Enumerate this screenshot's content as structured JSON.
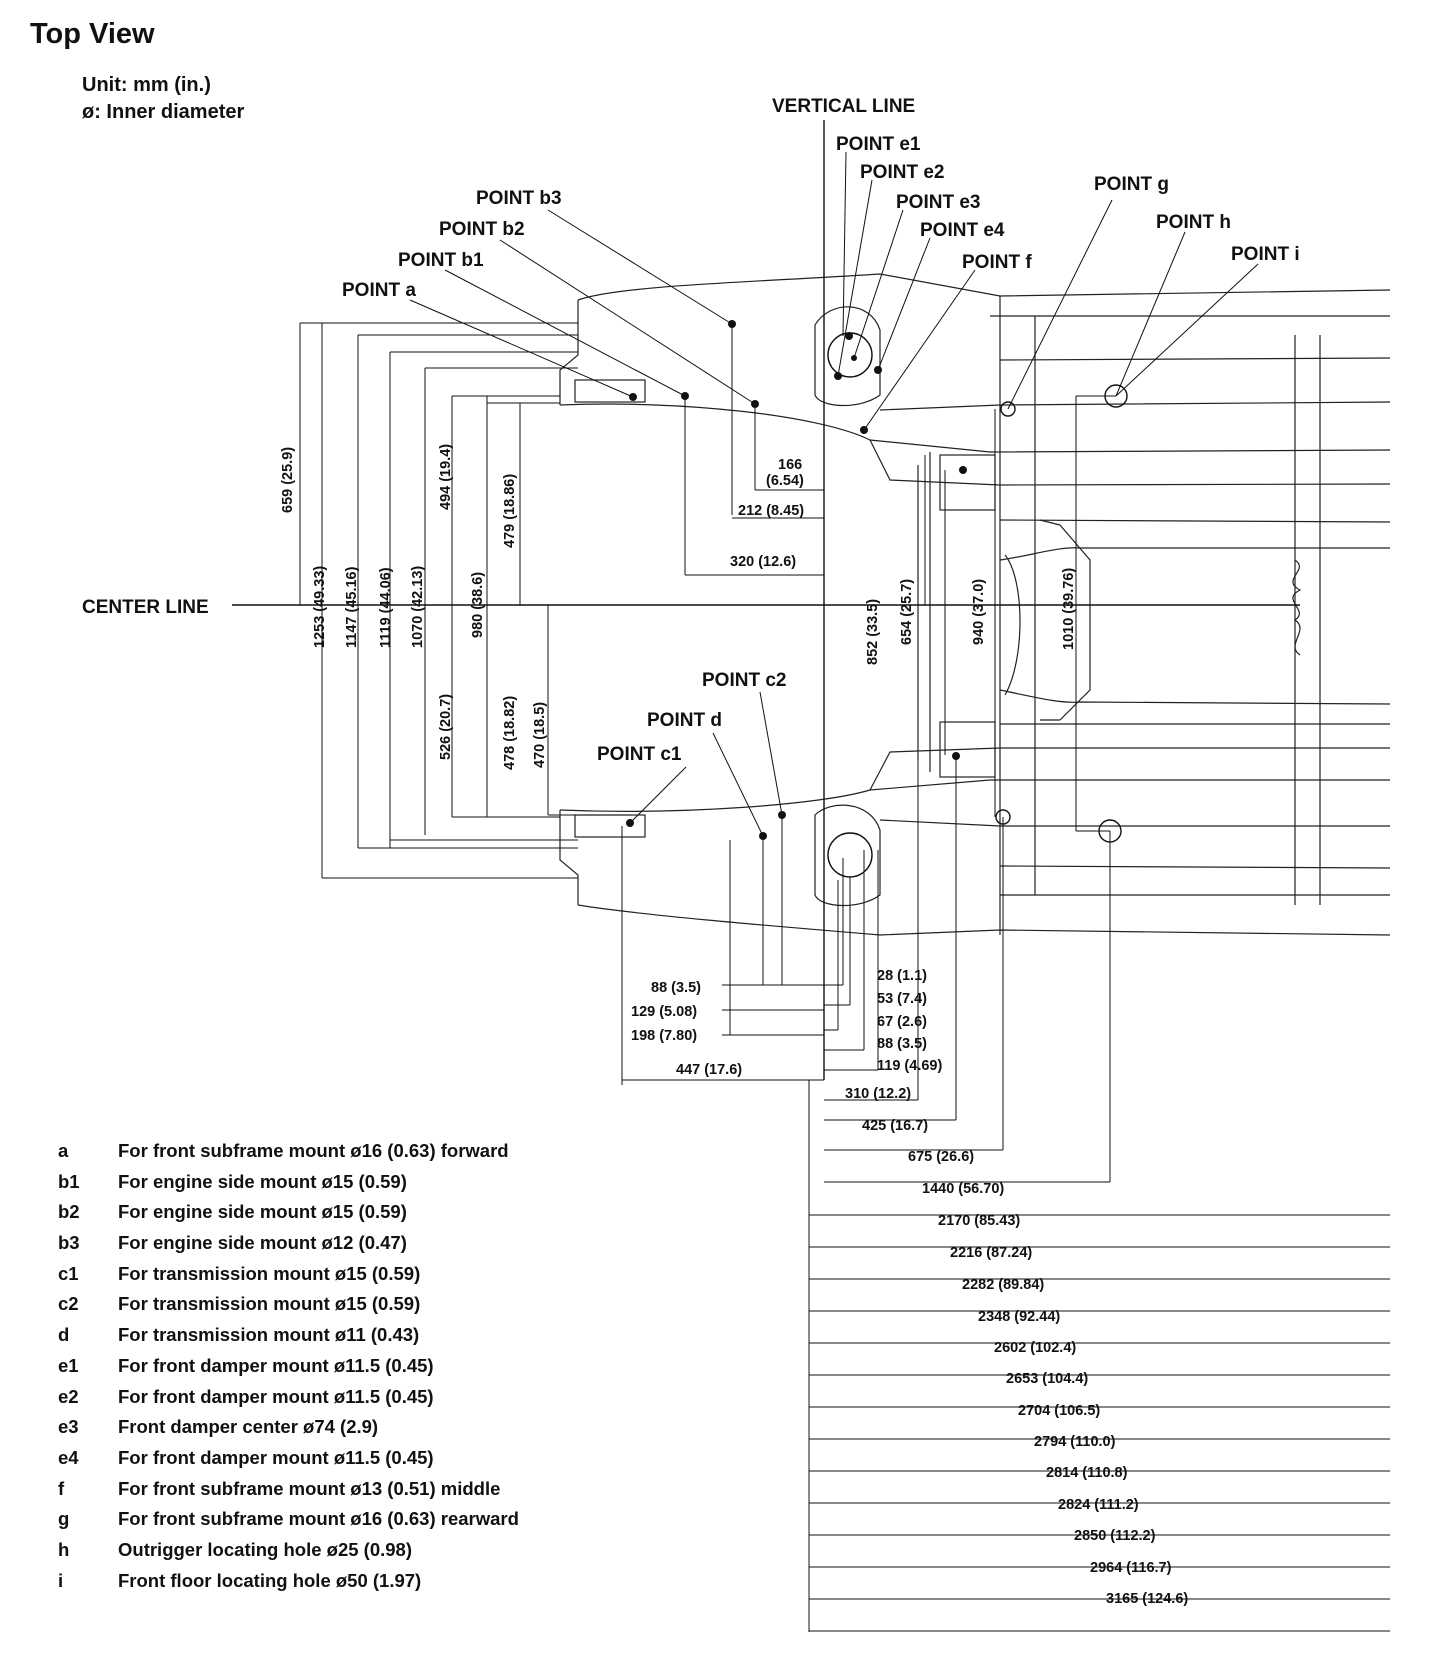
{
  "title": "Top View",
  "unit_line": "Unit: mm (in.)",
  "inner_diameter_note": "ø: Inner diameter",
  "reference_lines": {
    "vertical": "VERTICAL LINE",
    "center": "CENTER LINE"
  },
  "points": [
    {
      "id": "a",
      "label": "POINT a"
    },
    {
      "id": "b1",
      "label": "POINT b1"
    },
    {
      "id": "b2",
      "label": "POINT b2"
    },
    {
      "id": "b3",
      "label": "POINT b3"
    },
    {
      "id": "c1",
      "label": "POINT c1"
    },
    {
      "id": "c2",
      "label": "POINT c2"
    },
    {
      "id": "d",
      "label": "POINT d"
    },
    {
      "id": "e1",
      "label": "POINT e1"
    },
    {
      "id": "e2",
      "label": "POINT e2"
    },
    {
      "id": "e3",
      "label": "POINT e3"
    },
    {
      "id": "e4",
      "label": "POINT e4"
    },
    {
      "id": "f",
      "label": "POINT f"
    },
    {
      "id": "g",
      "label": "POINT g"
    },
    {
      "id": "h",
      "label": "POINT h"
    },
    {
      "id": "i",
      "label": "POINT i"
    }
  ],
  "lateral_dimensions": {
    "upper": [
      "659 (25.9)",
      "494 (19.4)",
      "479 (18.86)"
    ],
    "full_width": [
      "1253 (49.33)",
      "1147 (45.16)",
      "1119 (44.06)",
      "1070 (42.13)",
      "980 (38.6)"
    ],
    "lower": [
      "526 (20.7)",
      "478 (18.82)",
      "470 (18.5)"
    ],
    "right": [
      "852 (33.5)",
      "654 (25.7)",
      "940 (37.0)",
      "1010 (39.76)"
    ]
  },
  "forward_dimensions": [
    "166",
    "(6.54)",
    "212 (8.45)",
    "320 (12.6)",
    "88 (3.5)",
    "129 (5.08)",
    "198 (7.80)",
    "447 (17.6)"
  ],
  "rearward_dimensions": [
    "28 (1.1)",
    "53 (7.4)",
    "67 (2.6)",
    "88 (3.5)",
    "119 (4.69)",
    "310 (12.2)",
    "425 (16.7)",
    "675 (26.6)",
    "1440 (56.70)",
    "2170 (85.43)",
    "2216 (87.24)",
    "2282 (89.84)",
    "2348 (92.44)",
    "2602 (102.4)",
    "2653 (104.4)",
    "2704 (106.5)",
    "2794 (110.0)",
    "2814 (110.8)",
    "2824 (111.2)",
    "2850 (112.2)",
    "2964 (116.7)",
    "3165 (124.6)"
  ],
  "legend": [
    {
      "key": "a",
      "text": "For front subframe mount ø16 (0.63) forward"
    },
    {
      "key": "b1",
      "text": "For engine side mount ø15 (0.59)"
    },
    {
      "key": "b2",
      "text": "For engine side mount ø15 (0.59)"
    },
    {
      "key": "b3",
      "text": "For engine side mount ø12 (0.47)"
    },
    {
      "key": "c1",
      "text": "For transmission mount ø15 (0.59)"
    },
    {
      "key": "c2",
      "text": "For transmission mount ø15 (0.59)"
    },
    {
      "key": "d",
      "text": "For transmission mount ø11 (0.43)"
    },
    {
      "key": "e1",
      "text": "For front damper mount ø11.5 (0.45)"
    },
    {
      "key": "e2",
      "text": "For front damper mount ø11.5 (0.45)"
    },
    {
      "key": "e3",
      "text": "Front damper center ø74 (2.9)"
    },
    {
      "key": "e4",
      "text": "For front damper mount ø11.5 (0.45)"
    },
    {
      "key": "f",
      "text": "For front subframe mount ø13 (0.51) middle"
    },
    {
      "key": "g",
      "text": "For front subframe mount ø16 (0.63) rearward"
    },
    {
      "key": "h",
      "text": "Outrigger locating hole ø25 (0.98)"
    },
    {
      "key": "i",
      "text": "Front floor locating hole ø50 (1.97)"
    }
  ]
}
